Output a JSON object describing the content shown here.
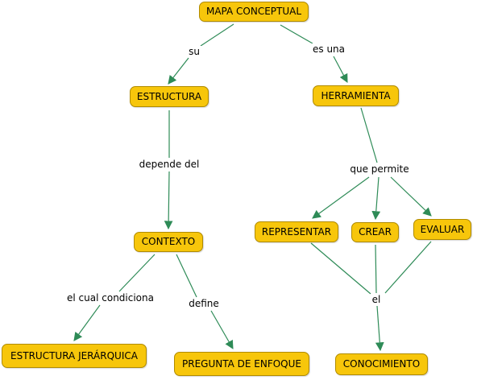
{
  "concept_map": {
    "nodes": [
      {
        "id": "n0",
        "text": "MAPA CONCEPTUAL"
      },
      {
        "id": "n1",
        "text": "ESTRUCTURA"
      },
      {
        "id": "n2",
        "text": "HERRAMIENTA"
      },
      {
        "id": "n3",
        "text": "CONTEXTO"
      },
      {
        "id": "n4",
        "text": "REPRESENTAR"
      },
      {
        "id": "n5",
        "text": "CREAR"
      },
      {
        "id": "n6",
        "text": "EVALUAR"
      },
      {
        "id": "n7",
        "text": "ESTRUCTURA JERÁRQUICA"
      },
      {
        "id": "n8",
        "text": "PREGUNTA DE ENFOQUE"
      },
      {
        "id": "n9",
        "text": "CONOCIMIENTO"
      }
    ],
    "linking_phrases": [
      {
        "id": "l0",
        "text": "su"
      },
      {
        "id": "l1",
        "text": "es una"
      },
      {
        "id": "l2",
        "text": "depende del"
      },
      {
        "id": "l3",
        "text": "que permite"
      },
      {
        "id": "l4",
        "text": "el cual condiciona"
      },
      {
        "id": "l5",
        "text": "define"
      },
      {
        "id": "l6",
        "text": "el"
      }
    ],
    "connections": [
      {
        "from": "n0",
        "to": "l0"
      },
      {
        "from": "l0",
        "to": "n1"
      },
      {
        "from": "n0",
        "to": "l1"
      },
      {
        "from": "l1",
        "to": "n2"
      },
      {
        "from": "n1",
        "to": "l2"
      },
      {
        "from": "l2",
        "to": "n3"
      },
      {
        "from": "n2",
        "to": "l3"
      },
      {
        "from": "l3",
        "to": "n4"
      },
      {
        "from": "l3",
        "to": "n5"
      },
      {
        "from": "l3",
        "to": "n6"
      },
      {
        "from": "n3",
        "to": "l4"
      },
      {
        "from": "l4",
        "to": "n7"
      },
      {
        "from": "n3",
        "to": "l5"
      },
      {
        "from": "l5",
        "to": "n8"
      },
      {
        "from": "n4",
        "to": "l6"
      },
      {
        "from": "n5",
        "to": "l6"
      },
      {
        "from": "n6",
        "to": "l6"
      },
      {
        "from": "l6",
        "to": "n9"
      }
    ],
    "colors": {
      "node_fill": "#f7c60b",
      "node_border": "#b08b00",
      "edge": "#2e8b57"
    }
  }
}
